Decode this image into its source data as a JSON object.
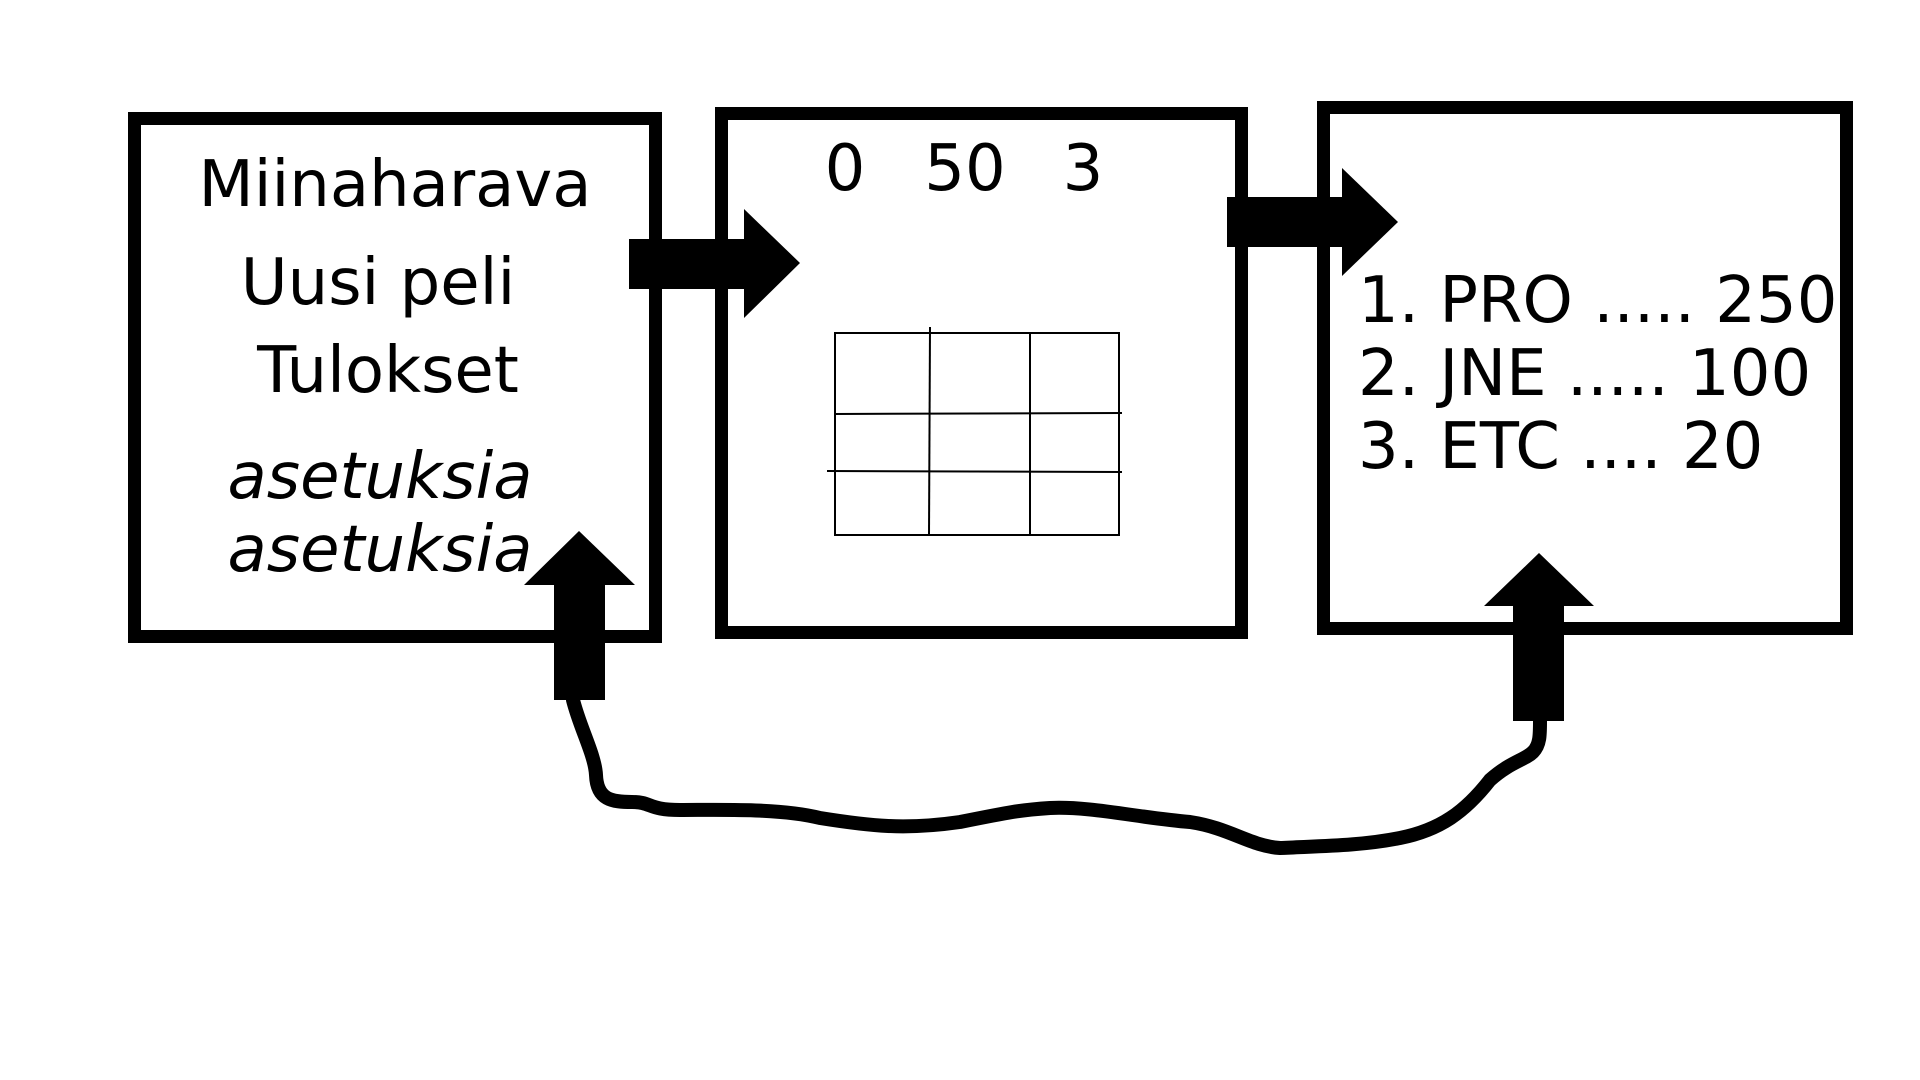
{
  "menu": {
    "title": "Miinaharava",
    "new_game": "Uusi peli",
    "results": "Tulokset",
    "settings_1": "asetuksia",
    "settings_2": "asetuksia"
  },
  "game": {
    "counter_1": "0",
    "counter_2": "50",
    "counter_3": "3",
    "grid": {
      "rows": 3,
      "cols": 3
    }
  },
  "scores": {
    "rows": [
      "1. PRO ..... 250",
      "2. JNE ..... 100",
      "3. ETC .... 20"
    ]
  },
  "colors": {
    "ink": "#000000",
    "background": "#ffffff"
  }
}
